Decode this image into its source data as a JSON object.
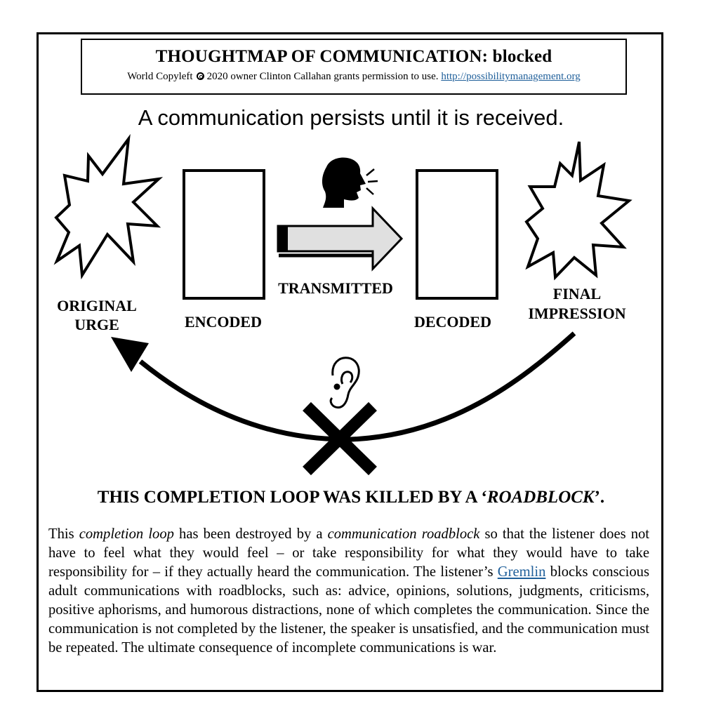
{
  "header": {
    "title": "THOUGHTMAP OF COMMUNICATION: blocked",
    "copyleft_prefix": "World Copyleft",
    "copyleft_rest": "2020 owner Clinton Callahan grants permission to use.",
    "url": "http://possibilitymanagement.org"
  },
  "tagline": "A communication persists until it is received.",
  "stages": {
    "original_urge_line1": "ORIGINAL",
    "original_urge_line2": "URGE",
    "encoded": "ENCODED",
    "transmitted": "TRANSMITTED",
    "decoded": "DECODED",
    "final_impression_line1": "FINAL",
    "final_impression_line2": "IMPRESSION"
  },
  "icons": [
    "starburst-icon",
    "speaking-head-icon",
    "arrow-right-icon",
    "ear-icon",
    "x-cross-icon",
    "curved-arrow-icon"
  ],
  "headline": {
    "prefix": "THIS COMPLETION LOOP WAS KILLED BY A ‘",
    "emphasis": "ROADBLOCK",
    "suffix": "’."
  },
  "body": {
    "p1": "This ",
    "p1_italic": "completion loop",
    "p2": " has been destroyed by a ",
    "p2_italic": "communication roadblock",
    "p3": " so that the listener does not have to feel what they would feel – or take responsibility for what they would have to take responsibility for – if they actually heard the communication. The listener’s ",
    "link": "Gremlin",
    "p4": " blocks conscious adult communications with roadblocks, such as: advice, opinions, solutions, judgments, criticisms, positive aphorisms, and humorous distractions, none of which completes the communication. Since the communication is not completed by the listener, the speaker is unsatisfied, and the communication must be repeated. The ultimate consequence of incomplete communications is war."
  },
  "colors": {
    "link": "#1f5f9a",
    "arrow_fill": "#e0e0e0",
    "ink": "#000000"
  }
}
